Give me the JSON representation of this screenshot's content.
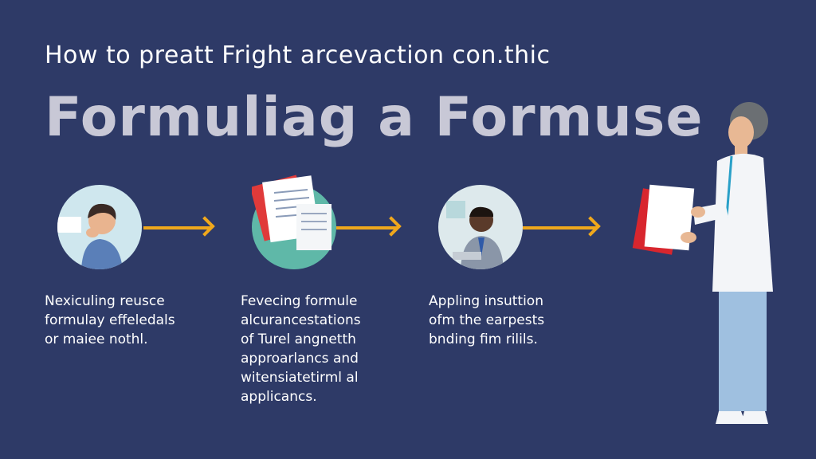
{
  "header": {
    "subtitle": "How  to  preatt  Fright  arcevaction con.thic",
    "title": "Formuliag a Formuse"
  },
  "steps": [
    {
      "icon": "person-thinking-icon",
      "lines": [
        "Nexiculing reusce",
        "formulay effeledals",
        "or maiee nothl."
      ]
    },
    {
      "icon": "documents-icon",
      "lines": [
        "Fevecing formule",
        "alcurancestations",
        "of Turel angnetth",
        "approarlancs and",
        "witensiatetirml al",
        "applicancs."
      ]
    },
    {
      "icon": "businessman-icon",
      "lines": [
        "Appling insuttion",
        "ofm the earpests",
        "bnding fim rilils."
      ]
    }
  ],
  "colors": {
    "background": "#2e3a67",
    "arrow": "#f0a81c",
    "title": "#c8c8d6"
  }
}
